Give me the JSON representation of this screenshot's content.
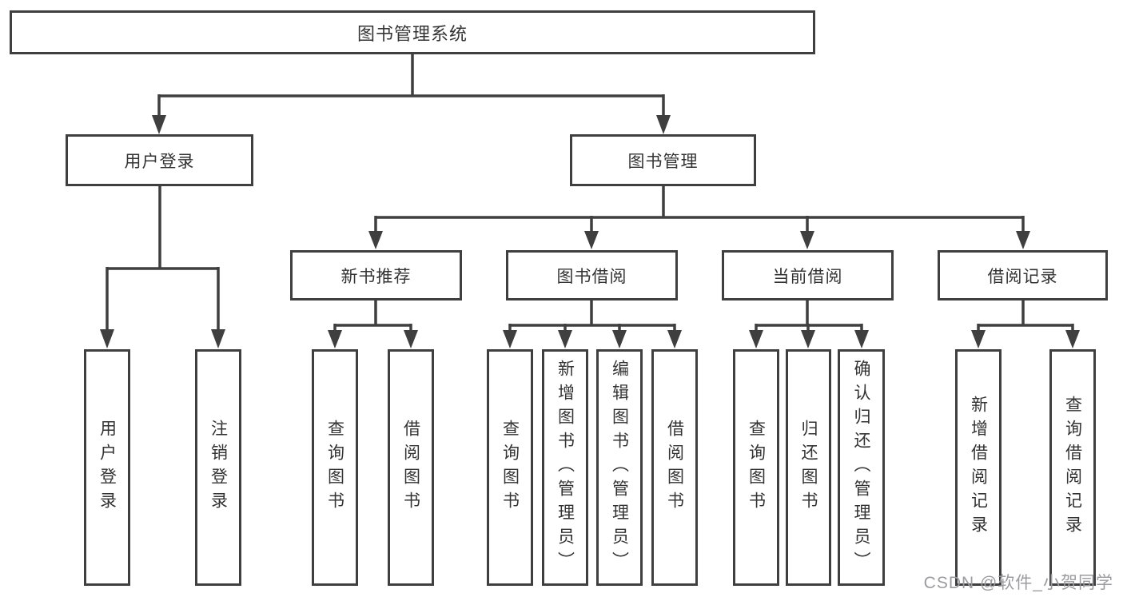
{
  "title": "图书管理系统",
  "tree": {
    "label": "图书管理系统",
    "children": [
      {
        "label": "用户登录",
        "children": [
          {
            "label": "用户登录"
          },
          {
            "label": "注销登录"
          }
        ]
      },
      {
        "label": "图书管理",
        "children": [
          {
            "label": "新书推荐",
            "children": [
              {
                "label": "查询图书"
              },
              {
                "label": "借阅图书"
              }
            ]
          },
          {
            "label": "图书借阅",
            "children": [
              {
                "label": "查询图书"
              },
              {
                "label": "新增图书（管理员）"
              },
              {
                "label": "编辑图书（管理员）"
              },
              {
                "label": "借阅图书"
              }
            ]
          },
          {
            "label": "当前借阅",
            "children": [
              {
                "label": "查询图书"
              },
              {
                "label": "归还图书"
              },
              {
                "label": "确认归还（管理员）"
              }
            ]
          },
          {
            "label": "借阅记录",
            "children": [
              {
                "label": "新增借阅记录"
              },
              {
                "label": "查询借阅记录"
              }
            ]
          }
        ]
      }
    ]
  },
  "watermark": {
    "text": "CSDN @软件_小贺同学"
  },
  "colors": {
    "line": "#3f3f3f",
    "text": "#333333",
    "watermark": "#9b9ba1",
    "background": "#ffffff"
  }
}
